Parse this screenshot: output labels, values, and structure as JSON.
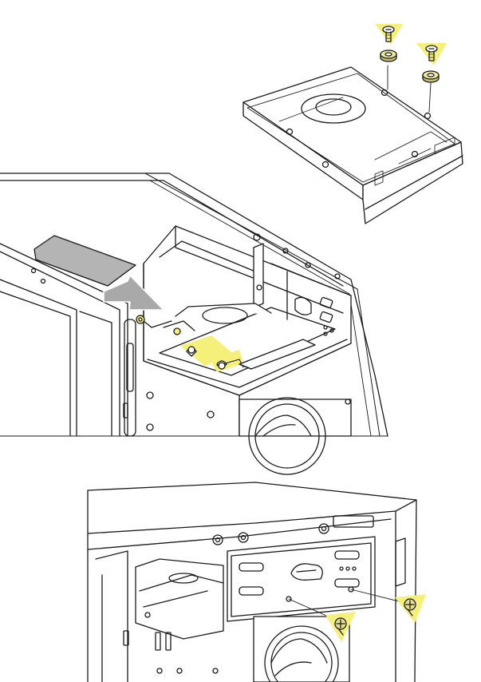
{
  "figure": {
    "panels": [
      {
        "name": "hdd-with-screws"
      },
      {
        "name": "case-drive-cage-insertion"
      },
      {
        "name": "case-drive-cage-screw-fastening"
      }
    ],
    "colors": {
      "line": "#1a1a1a",
      "highlight": "#f4f07a",
      "arrow_fill": "#a9a9a9",
      "drive_fill": "#b4b4b4",
      "background": "#ffffff"
    },
    "icons": [
      "screw-icon",
      "rubber-grommet-icon",
      "arrow-icon",
      "fan-icon"
    ]
  }
}
